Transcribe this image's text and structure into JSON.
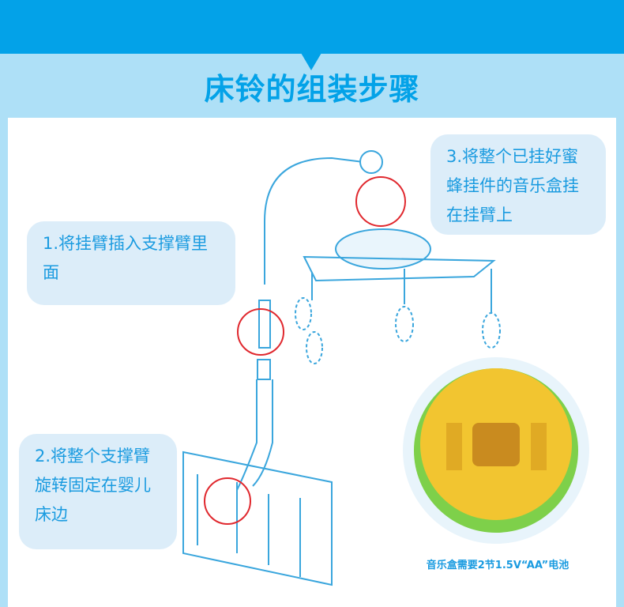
{
  "header": {
    "title": "床铃的组装步骤"
  },
  "steps": [
    {
      "text": "1.将挂臂插入支撑臂里面"
    },
    {
      "text": "3.将整个已挂好蜜蜂挂件的音乐盒挂在挂臂上"
    },
    {
      "text": "2.将整个支撑臂旋转固定在婴儿床边"
    }
  ],
  "caption": "音乐盒需要2节1.5V“AA”电池",
  "colors": {
    "accent": "#03a2e8",
    "background": "#aee0f7",
    "bubble": "#dcedf9",
    "highlight": "#e0282e"
  }
}
